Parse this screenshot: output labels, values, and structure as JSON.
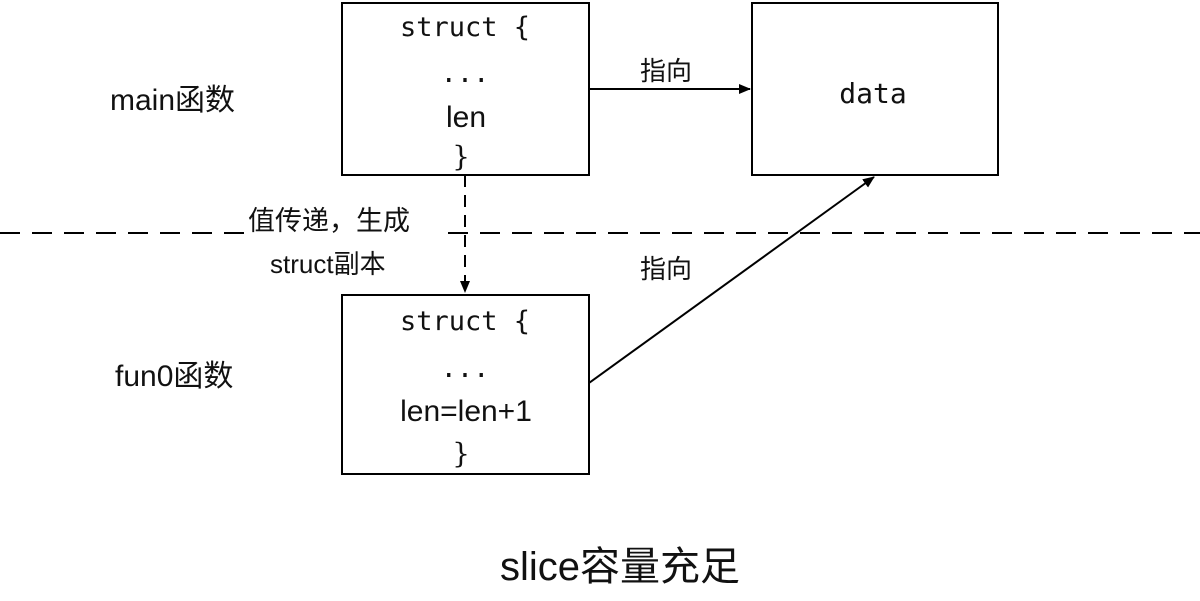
{
  "labels": {
    "main_func": "main函数",
    "fun0_func": "fun0函数",
    "copy_line1": "值传递，生成",
    "copy_line2": "struct副本",
    "points_to_top": "指向",
    "points_to_bottom": "指向",
    "caption": "slice容量充足"
  },
  "main_struct": {
    "open": "struct {",
    "ellipsis": "...",
    "field": "len",
    "close": "}"
  },
  "fun0_struct": {
    "open": "struct {",
    "ellipsis": "...",
    "field": "len=len+1",
    "close": "}"
  },
  "data_box": {
    "label": "data"
  },
  "colors": {
    "stroke": "#000000",
    "text": "#111111",
    "background": "#ffffff"
  }
}
